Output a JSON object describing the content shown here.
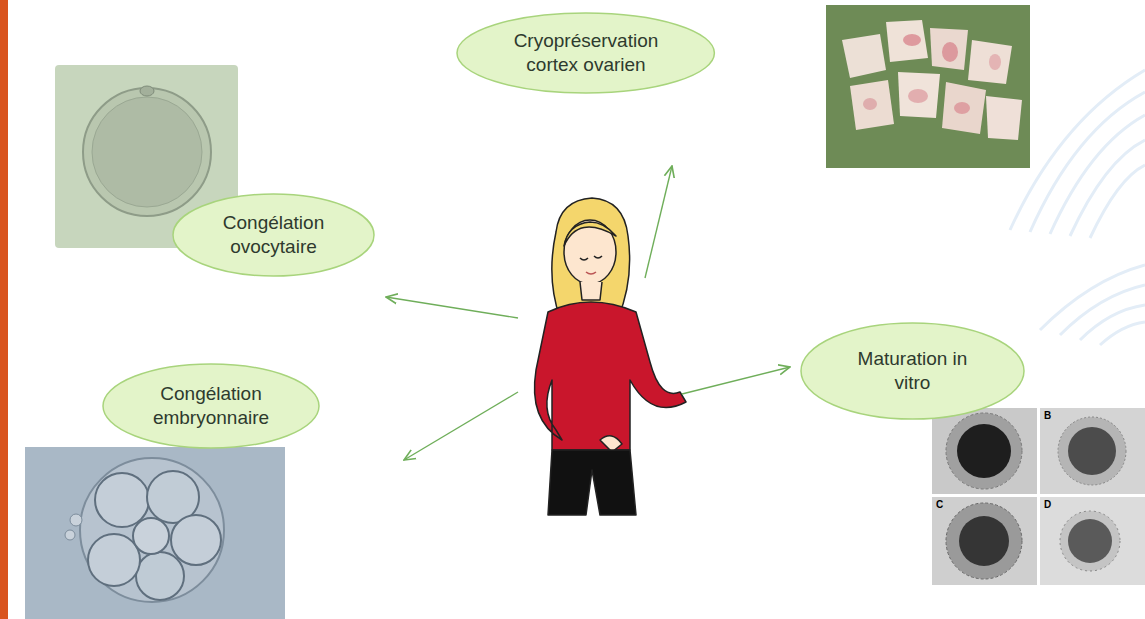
{
  "diagram": {
    "nodes": [
      {
        "text": [
          "Cryopréservation cortex ovarien"
        ]
      },
      {
        "text": [
          "Congélation ovocytaire"
        ]
      },
      {
        "text": [
          "Maturation in vitro"
        ]
      },
      {
        "text": [
          "Congélation embryonnaire"
        ]
      }
    ],
    "labels": [
      "B",
      "C",
      "D"
    ]
  }
}
